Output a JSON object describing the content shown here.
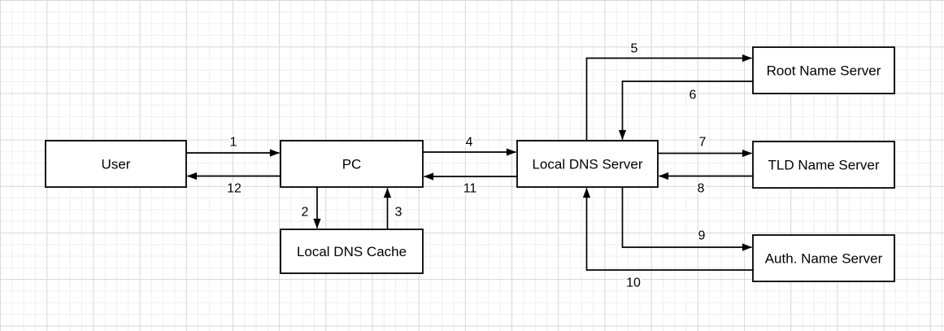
{
  "canvas": {
    "background": "#ffffff",
    "grid_minor_color": "#efefef",
    "grid_major_color": "#d9d9d9",
    "line_color": "#000000",
    "node_fill": "#ffffff",
    "node_border_color": "#000000"
  },
  "nodes": [
    {
      "id": "user",
      "label": "User"
    },
    {
      "id": "pc",
      "label": "PC"
    },
    {
      "id": "local-dns-cache",
      "label": "Local DNS Cache"
    },
    {
      "id": "local-dns-server",
      "label": "Local DNS Server"
    },
    {
      "id": "root-name-server",
      "label": "Root Name Server"
    },
    {
      "id": "tld-name-server",
      "label": "TLD Name Server"
    },
    {
      "id": "auth-name-server",
      "label": "Auth. Name Server"
    }
  ],
  "edges": [
    {
      "label": "1",
      "from": "User",
      "to": "PC"
    },
    {
      "label": "2",
      "from": "PC",
      "to": "Local DNS Cache"
    },
    {
      "label": "3",
      "from": "Local DNS Cache",
      "to": "PC"
    },
    {
      "label": "4",
      "from": "PC",
      "to": "Local DNS Server"
    },
    {
      "label": "5",
      "from": "Local DNS Server",
      "to": "Root Name Server"
    },
    {
      "label": "6",
      "from": "Root Name Server",
      "to": "Local DNS Server"
    },
    {
      "label": "7",
      "from": "Local DNS Server",
      "to": "TLD Name Server"
    },
    {
      "label": "8",
      "from": "TLD Name Server",
      "to": "Local DNS Server"
    },
    {
      "label": "9",
      "from": "Local DNS Server",
      "to": "Auth. Name Server"
    },
    {
      "label": "10",
      "from": "Auth. Name Server",
      "to": "Local DNS Server"
    },
    {
      "label": "11",
      "from": "Local DNS Server",
      "to": "PC"
    },
    {
      "label": "12",
      "from": "PC",
      "to": "User"
    }
  ]
}
